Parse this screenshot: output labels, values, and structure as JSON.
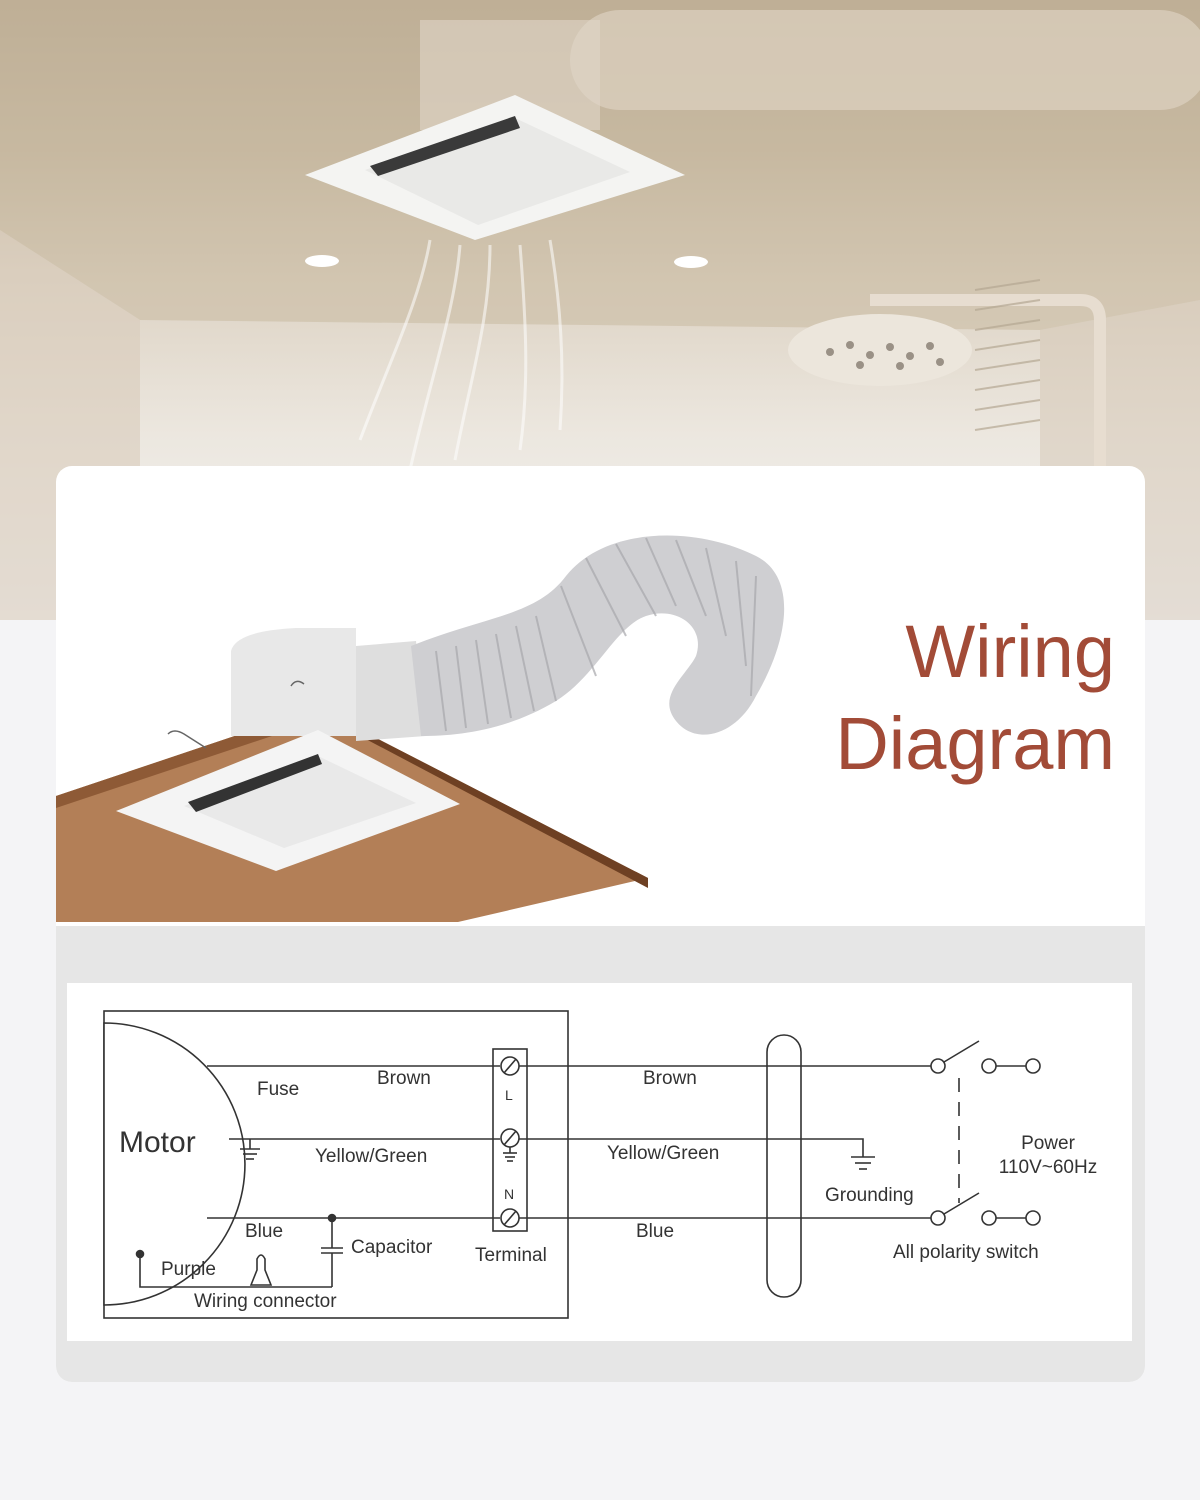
{
  "title": {
    "line1": "Wiring",
    "line2": "Diagram"
  },
  "diagram": {
    "motor": "Motor",
    "fuse": "Fuse",
    "brown_inner": "Brown",
    "yellow_green_inner": "Yellow/Green",
    "blue_inner": "Blue",
    "capacitor": "Capacitor",
    "purple": "Purple",
    "wiring_connector": "Wiring connector",
    "terminal": "Terminal",
    "terminal_l": "L",
    "terminal_n": "N",
    "brown_outer": "Brown",
    "yellow_green_outer": "Yellow/Green",
    "blue_outer": "Blue",
    "grounding": "Grounding",
    "power_line1": "Power",
    "power_line2": "110V~60Hz",
    "switch": "All polarity switch"
  },
  "colors": {
    "title": "#a24b37",
    "wood": "#b37f57",
    "line": "#333333"
  }
}
